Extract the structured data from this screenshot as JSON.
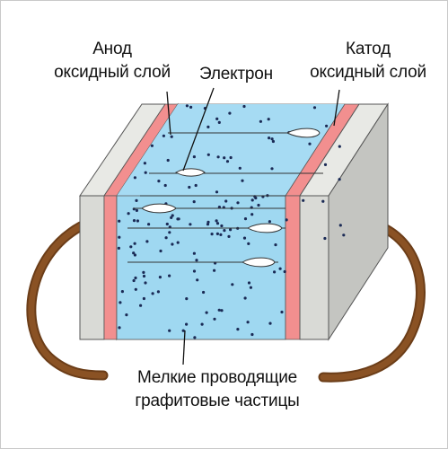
{
  "labels": {
    "anode_line1": "Анод",
    "anode_line2": "оксидный слой",
    "cathode_line1": "Катод",
    "cathode_line2": "оксидный слой",
    "electron": "Электрон",
    "particles_line1": "Мелкие проводящие",
    "particles_line2": "графитовые частицы"
  },
  "colors": {
    "block_front": "#d9dad6",
    "block_top": "#e8e9e5",
    "block_side": "#c4c5c1",
    "electrolyte": "#9fd8f1",
    "oxide_layer": "#f28f8f",
    "lead_wire": "#8a5224",
    "particle": "#1a2a55",
    "electron": "#ffffff"
  }
}
